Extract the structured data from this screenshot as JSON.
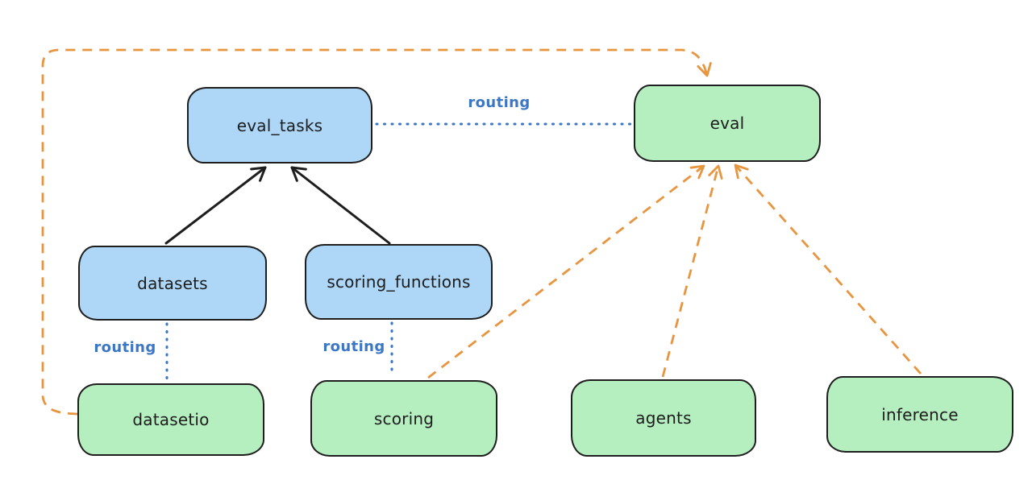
{
  "diagram": {
    "background_color": "#ffffff",
    "colors": {
      "api_node_fill_blue": "#add6f7",
      "provider_node_fill_green": "#b5eebf",
      "node_border": "#1e1e1e",
      "node_text": "#1d1d1d",
      "routing_blue": "#3c77c6",
      "provider_arrow_orange": "#e8953f",
      "resource_arrow_black": "#1e1e1e"
    },
    "nodes": {
      "eval_tasks": {
        "label": "eval_tasks",
        "color": "blue"
      },
      "eval": {
        "label": "eval",
        "color": "green"
      },
      "datasets": {
        "label": "datasets",
        "color": "blue"
      },
      "scoring_functions": {
        "label": "scoring_functions",
        "color": "blue"
      },
      "datasetio": {
        "label": "datasetio",
        "color": "green"
      },
      "scoring": {
        "label": "scoring",
        "color": "green"
      },
      "agents": {
        "label": "agents",
        "color": "green"
      },
      "inference": {
        "label": "inference",
        "color": "green"
      }
    },
    "edges": [
      {
        "from": "datasets",
        "to": "eval_tasks",
        "style": "solid-black-arrow",
        "label": ""
      },
      {
        "from": "scoring_functions",
        "to": "eval_tasks",
        "style": "solid-black-arrow",
        "label": ""
      },
      {
        "from": "eval_tasks",
        "to": "eval",
        "style": "dotted-blue-line",
        "label": "routing"
      },
      {
        "from": "datasets",
        "to": "datasetio",
        "style": "dotted-blue-line",
        "label": "routing"
      },
      {
        "from": "scoring_functions",
        "to": "scoring",
        "style": "dotted-blue-line",
        "label": "routing"
      },
      {
        "from": "datasetio",
        "to": "eval",
        "style": "dashed-orange-arrow",
        "label": ""
      },
      {
        "from": "scoring",
        "to": "eval",
        "style": "dashed-orange-arrow",
        "label": ""
      },
      {
        "from": "agents",
        "to": "eval",
        "style": "dashed-orange-arrow",
        "label": ""
      },
      {
        "from": "inference",
        "to": "eval",
        "style": "dashed-orange-arrow",
        "label": ""
      }
    ]
  }
}
